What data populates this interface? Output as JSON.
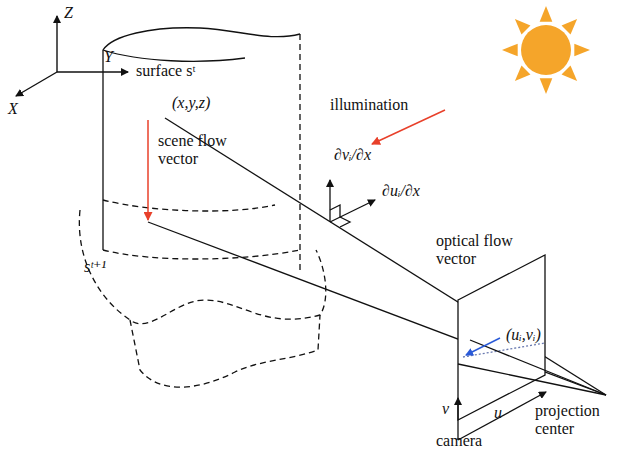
{
  "diagram": {
    "labels": [
      "Z",
      "Y",
      "X",
      "surface sᵗ",
      "illumination",
      "∂vᵢ/∂x",
      "∂uᵢ/∂x",
      "(x,y,z)",
      "scene flow vector",
      "sᵗ⁺¹",
      "optical flow vector",
      "(uᵢ,vᵢ)",
      "v",
      "u",
      "camera",
      "projection center"
    ]
  }
}
